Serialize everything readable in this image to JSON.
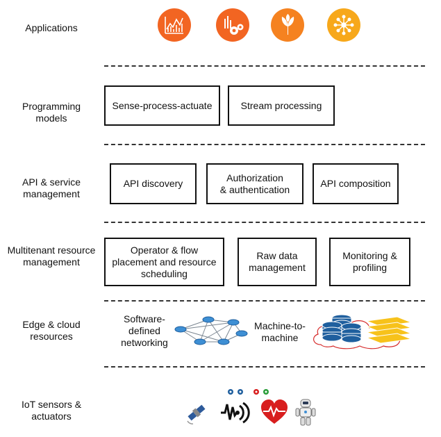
{
  "layers": [
    {
      "label": "Applications"
    },
    {
      "label": "Programming\nmodels"
    },
    {
      "label": "API & service\nmanagement"
    },
    {
      "label": "Multitenant resource\nmanagement"
    },
    {
      "label": "Edge & cloud\nresources"
    },
    {
      "label": "IoT sensors &\nactuators"
    }
  ],
  "programming_models": [
    "Sense-process-actuate",
    "Stream processing"
  ],
  "api_service": [
    "API discovery",
    "Authorization\n& authentication",
    "API composition"
  ],
  "resource_mgmt": [
    "Operator & flow\nplacement and resource\nscheduling",
    "Raw data\nmanagement",
    "Monitoring &\nprofiling"
  ],
  "edge_cloud": {
    "sdn_label": "Software-\ndefined\nnetworking",
    "m2m_label": "Machine-to-\nmachine"
  },
  "icons": {
    "applications": [
      "analytics-chart-icon",
      "industrial-gears-icon",
      "agriculture-plant-icon",
      "network-hub-icon"
    ],
    "sdn": "network-graph-icon",
    "m2m": "cloud-database-icon",
    "iot": [
      "satellite-icon",
      "wave-signal-icon",
      "heartbeat-icon",
      "robot-icon",
      "gears-cluster-icon"
    ]
  },
  "colors": {
    "app_orange": "#f26522",
    "app_orange_light": "#f58220",
    "app_yellow": "#f7a81b",
    "db_blue": "#1f5f9e",
    "disk_yellow": "#f7c21b",
    "cloud_red": "#d62b2b",
    "heart_red": "#d81e1e"
  }
}
